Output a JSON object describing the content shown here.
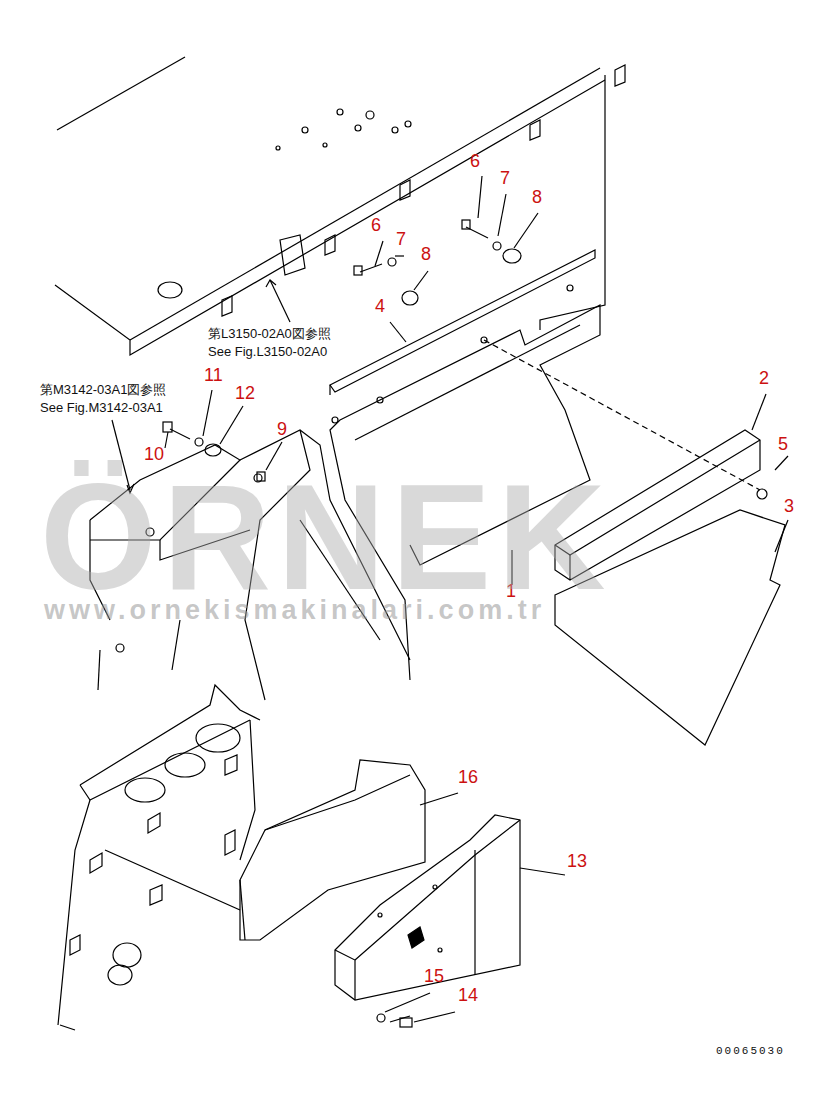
{
  "diagram": {
    "labels": [
      "6",
      "7",
      "8",
      "6",
      "7",
      "8",
      "4",
      "第L3150-02A0図参照",
      "See Fig.L3150-02A0",
      "2",
      "第M3142-03A1図参照",
      "See Fig.M3142-03A1",
      "11",
      "12",
      "9",
      "10",
      "5",
      "3",
      "1",
      "ÖRNEK",
      "www.ornekismakinalari.com.tr",
      "16",
      "13",
      "15",
      "14",
      "00065030"
    ]
  }
}
